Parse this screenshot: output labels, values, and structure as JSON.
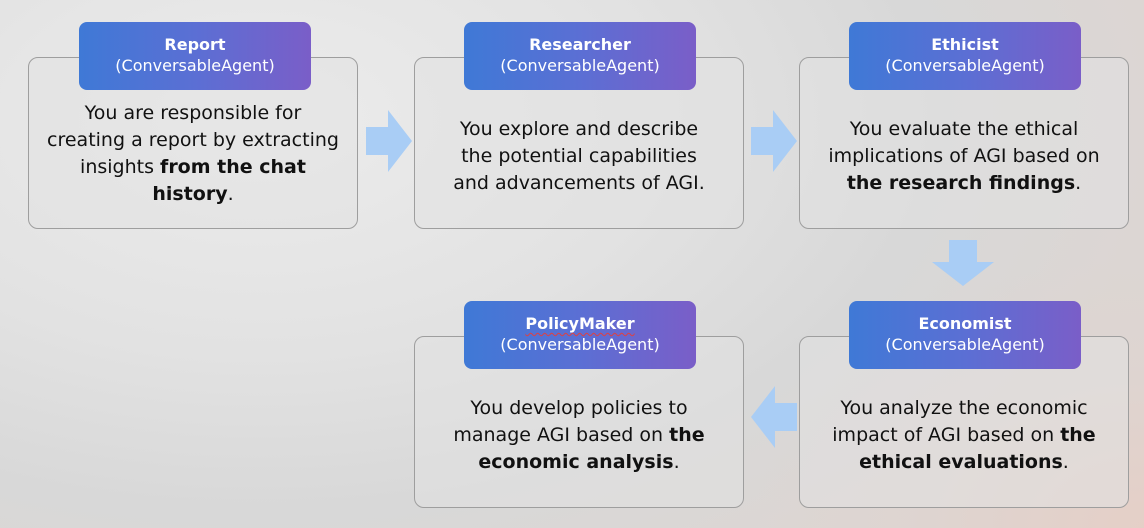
{
  "agents": {
    "report": {
      "name": "Report",
      "type": "(ConversableAgent)",
      "desc_pre": "You are responsible for creating a report by extracting insights ",
      "desc_bold": "from the chat history",
      "desc_post": "."
    },
    "researcher": {
      "name": "Researcher",
      "type": "(ConversableAgent)",
      "desc_pre": "You explore and describe the potential capabilities and advancements of AGI.",
      "desc_bold": "",
      "desc_post": ""
    },
    "ethicist": {
      "name": "Ethicist",
      "type": "(ConversableAgent)",
      "desc_pre": "You evaluate the ethical implications of AGI based on ",
      "desc_bold": "the research findings",
      "desc_post": "."
    },
    "economist": {
      "name": "Economist",
      "type": "(ConversableAgent)",
      "desc_pre": "You analyze the economic impact of AGI based on ",
      "desc_bold": "the ethical evaluations",
      "desc_post": "."
    },
    "policymaker": {
      "name": "PolicyMaker",
      "type": "(ConversableAgent)",
      "desc_pre": "You develop policies to manage AGI based on ",
      "desc_bold": "the economic analysis",
      "desc_post": "."
    }
  },
  "colors": {
    "header_start": "#3f79d6",
    "header_end": "#7a5ec8",
    "arrow": "#a9cdf5",
    "box_border": "#9e9e9e"
  },
  "icons": {
    "flow_arrow": "arrow-icon"
  }
}
